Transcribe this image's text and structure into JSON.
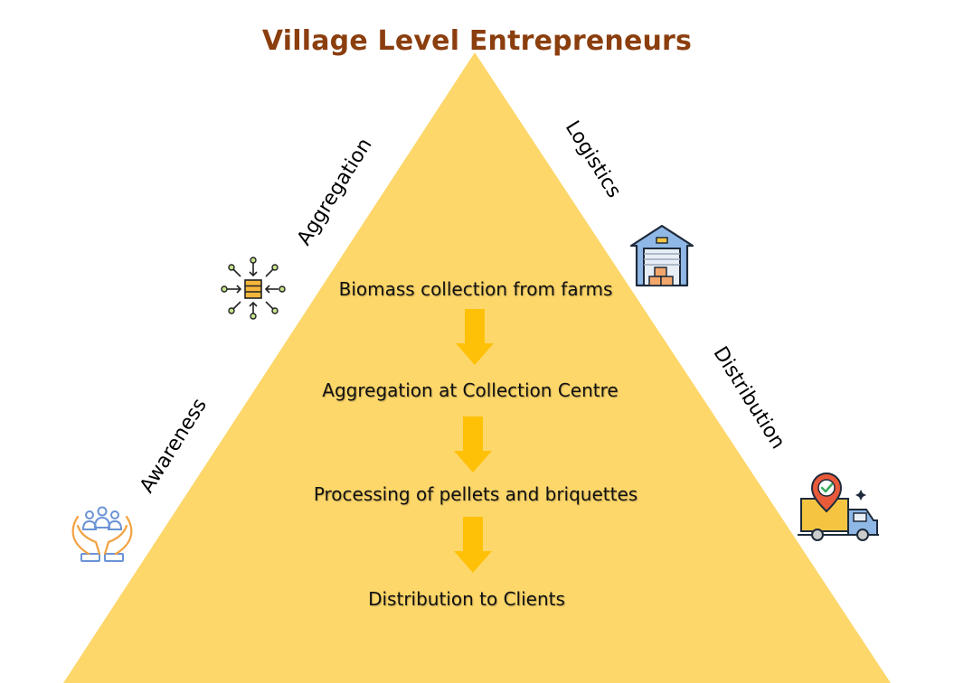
{
  "title": "Village Level Entrepreneurs",
  "steps": [
    "Biomass collection from farms",
    "Aggregation at Collection Centre",
    "Processing of pellets and briquettes",
    "Distribution to Clients"
  ],
  "side_labels": {
    "aggregation": "Aggregation",
    "logistics": "Logistics",
    "awareness": "Awareness",
    "distribution": "Distribution"
  },
  "icons": {
    "aggregation": "network-hub-icon",
    "logistics": "warehouse-icon",
    "awareness": "community-hands-icon",
    "distribution": "delivery-truck-icon"
  },
  "colors": {
    "title": "#8B3E0E",
    "pyramid": "#FDD76A",
    "arrow": "#FFC107"
  }
}
